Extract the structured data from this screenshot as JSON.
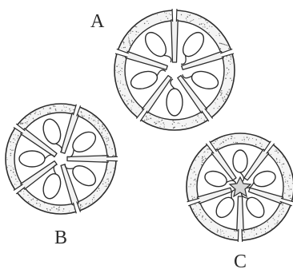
{
  "figure": {
    "labels": {
      "a": "A",
      "b": "B",
      "c": "C"
    },
    "panels": [
      {
        "id": "A",
        "carpels": 5
      },
      {
        "id": "B",
        "carpels": 5
      },
      {
        "id": "C",
        "carpels": 5
      }
    ],
    "colors": {
      "line": "#2d2d2d",
      "stipple": "#6b6b6b",
      "background": "#ffffff"
    }
  }
}
